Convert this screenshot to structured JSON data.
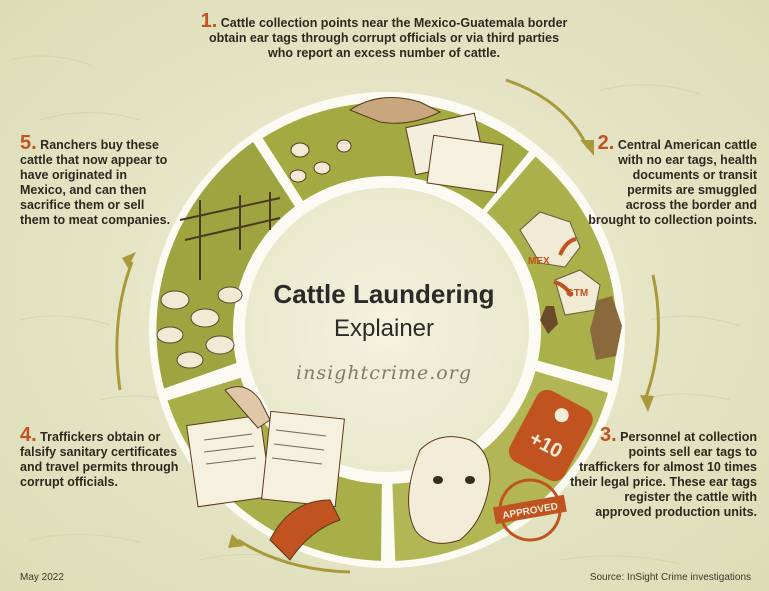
{
  "title": {
    "line1": "Cattle Laundering",
    "line2": "Explainer"
  },
  "site": "insightcrime.org",
  "steps": [
    {
      "num": "1.",
      "text": "Cattle collection points near the Mexico-Guatemala border obtain ear tags through corrupt officials or via third parties who report an excess number of cattle."
    },
    {
      "num": "2.",
      "text": "Central American cattle with no ear tags, health documents or transit permits are smuggled across the border and brought to collection points."
    },
    {
      "num": "3.",
      "text": "Personnel at collection points sell ear tags to traffickers for almost 10 times their legal price. These ear tags register the cattle with approved production units."
    },
    {
      "num": "4.",
      "text": "Traffickers obtain or falsify sanitary certificates and travel permits through corrupt officials."
    },
    {
      "num": "5.",
      "text": "Ranchers buy these cattle that now appear to have originated in Mexico, and can then sacrifice them or sell them to meat companies."
    }
  ],
  "map_labels": {
    "mex": "MEX",
    "gtm": "GTM"
  },
  "tag_label": "+10",
  "stamp_label": "APPROVED",
  "footer": {
    "date": "May 2022",
    "source": "Source: InSight Crime investigations"
  },
  "colors": {
    "accent": "#c0531f",
    "ring_green": "#9da33a",
    "arrow": "#a89a3a",
    "background": "#e6e6c7"
  }
}
